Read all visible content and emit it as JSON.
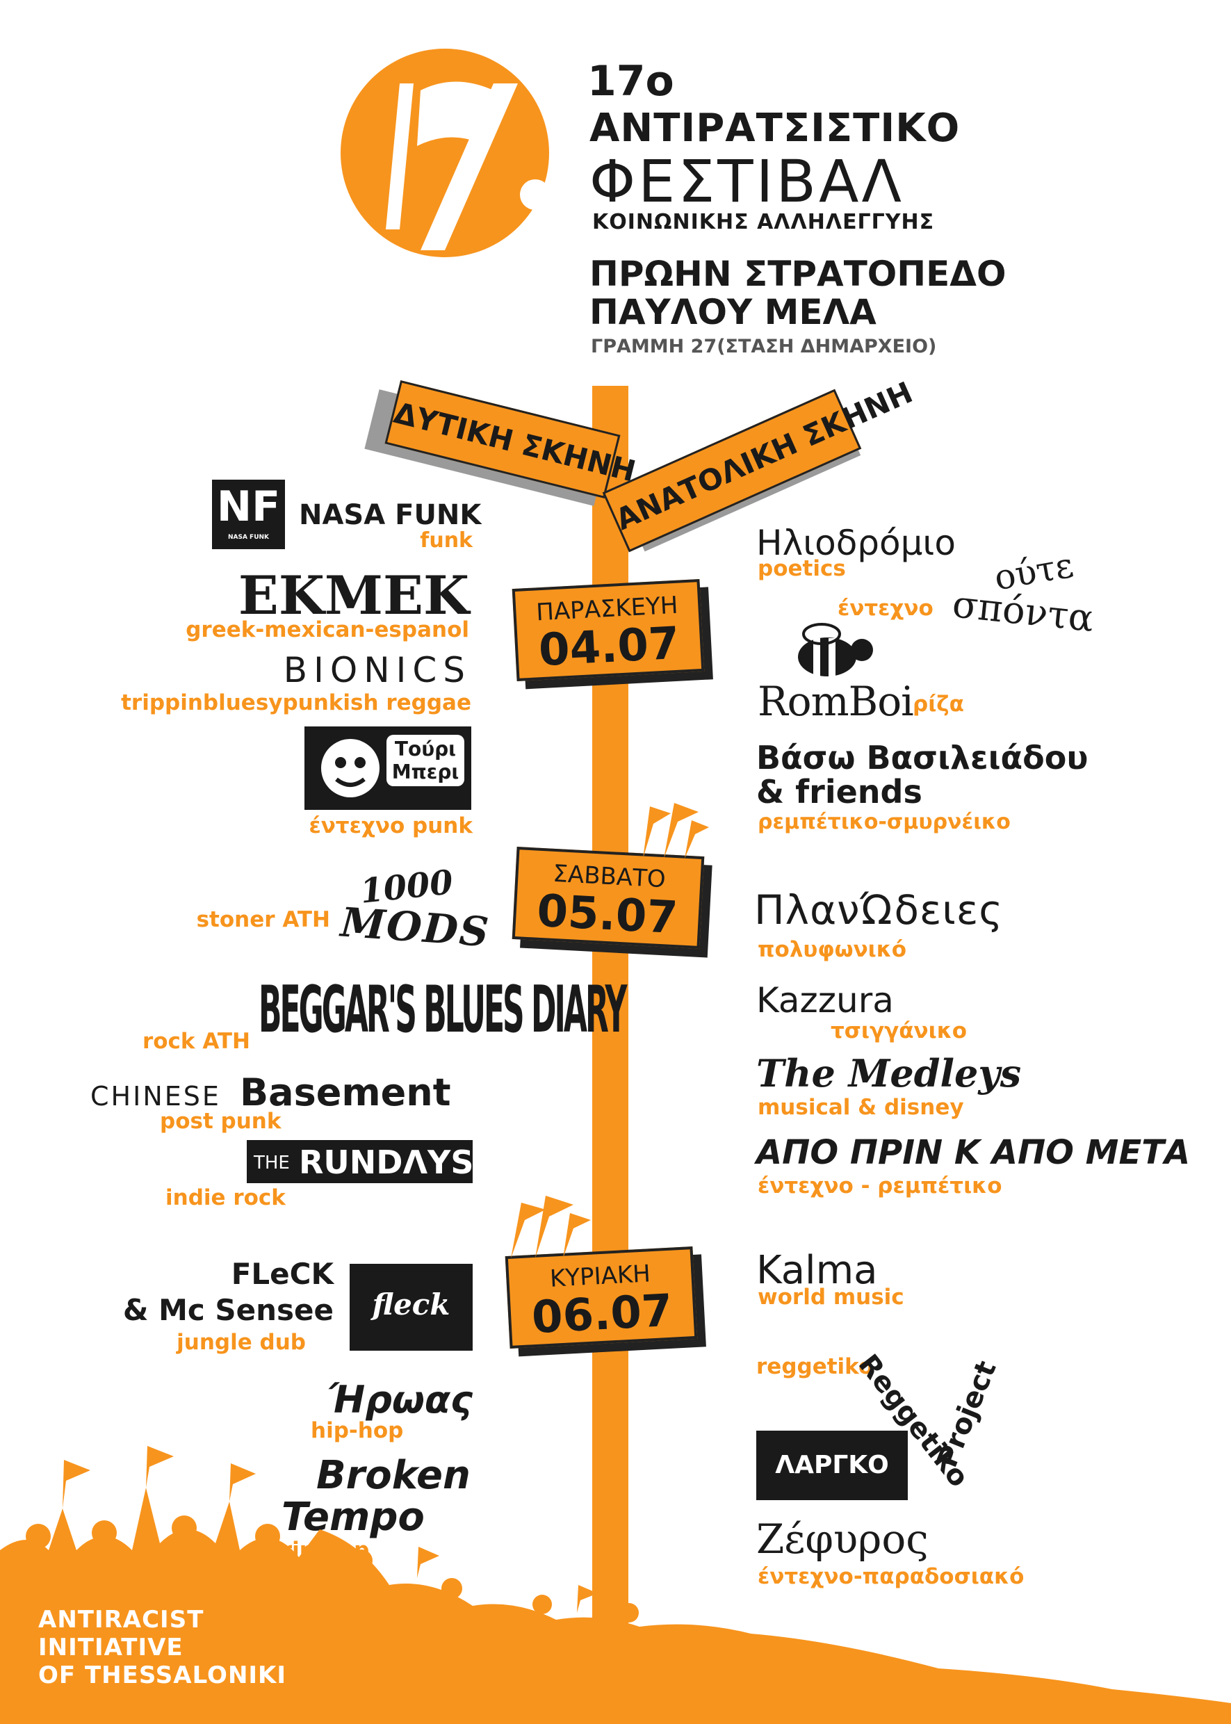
{
  "header": {
    "edition": "17ο",
    "line1": "ΑΝΤΙΡΑΤΣΙΣΤΙΚΟ",
    "line2": "ΦΕΣΤΙΒΑΛ",
    "line3": "ΚΟΙΝΩΝΙΚΗΣ ΑΛΛΗΛΕΓΓΥΗΣ",
    "venue1": "ΠΡΩΗΝ ΣΤΡΑΤΟΠΕΔΟ",
    "venue2": "ΠΑΥΛΟΥ ΜΕΛΑ",
    "transport": "ΓΡΑΜΜΗ 27(ΣΤΑΣΗ ΔΗΜΑΡΧΕΙΟ)"
  },
  "colors": {
    "accent": "#f7941d",
    "ink": "#1a1a1a",
    "sign_shadow": "#9a9a9a"
  },
  "stages": {
    "west": "ΔΥΤΙΚΗ ΣΚΗΝΗ",
    "east": "ΑΝΑΤΟΛΙΚΗ ΣΚΗΝΗ"
  },
  "days": [
    {
      "day": "ΠΑΡΑΣΚΕΥΗ",
      "date": "04.07"
    },
    {
      "day": "ΣΑΒΒΑΤΟ",
      "date": "05.07"
    },
    {
      "day": "ΚΥΡΙΑΚΗ",
      "date": "06.07"
    }
  ],
  "west": {
    "nasa_logo": "NF",
    "nasa_logo_small": "NASA FUNK",
    "nasa": {
      "name": "NASA FUNK",
      "genre": "funk"
    },
    "ekmek": {
      "name": "ΕΚΜΕΚ",
      "genre": "greek-mexican-espanol"
    },
    "bionics": {
      "name": "BIONICS",
      "genre": "trippinbluesypunkish reggae"
    },
    "touri": {
      "name1": "Τούρι",
      "name2": "Μπερι",
      "genre": "έντεχνο punk"
    },
    "mods": {
      "name1": "1000",
      "name2": "MODS",
      "genre": "stoner ATH"
    },
    "beggars": {
      "name": "BEGGAR'S BLUES DIARY",
      "genre": "rock ATH"
    },
    "chinese": {
      "name1": "CHINESE",
      "name2": "Basement",
      "genre": "post punk"
    },
    "rundays": {
      "name1": "THE",
      "name2": "RUNDΛYS",
      "genre": "indie rock"
    },
    "fleck": {
      "name1": "FLeCK",
      "name2": "& Mc Sensee",
      "logo": "fleck",
      "genre": "jungle dub"
    },
    "hroas": {
      "name": "Ήρωας",
      "genre": "hip-hop"
    },
    "broken": {
      "name1": "Broken",
      "name2": "Tempo",
      "genre": "trip-hop"
    }
  },
  "east": {
    "iliodromio": {
      "name": "Ηλιοδρόμιο",
      "genre": "poetics"
    },
    "oute": {
      "name1": "ούτε",
      "name2": "σπόντα",
      "genre": "έντεχνο"
    },
    "romboi": {
      "name": "RomBoi",
      "genre": "ρίζα"
    },
    "vaso": {
      "name1": "Βάσω Βασιλειάδου",
      "name2": "& friends",
      "genre": "ρεμπέτικο-σμυρνέικο"
    },
    "planodeies": {
      "name": "ΠλανΏδειες",
      "genre": "πολυφωνικό"
    },
    "kazzura": {
      "name": "Kazzura",
      "genre": "τσιγγάνικο"
    },
    "medleys": {
      "name": "The Medleys",
      "genre": "musical & disney"
    },
    "apoprin": {
      "name": "ΑΠΟ ΠΡΙΝ Κ ΑΠΟ ΜΕΤΑ",
      "genre": "έντεχνο - ρεμπέτικο"
    },
    "kalma": {
      "name": "Kalma",
      "genre": "world music"
    },
    "reggetiko": {
      "name1": "Reggetiko",
      "name2": "Project",
      "genre": "reggetiko"
    },
    "largko": {
      "name": "ΛΑΡΓΚΟ"
    },
    "zefyros": {
      "name": "Ζέφυρος",
      "genre": "έντεχνο-παραδοσιακό"
    }
  },
  "footer": {
    "line1": "ANTIRACIST",
    "line2": "INITIATIVE",
    "line3": "OF THESSALONIKI"
  }
}
